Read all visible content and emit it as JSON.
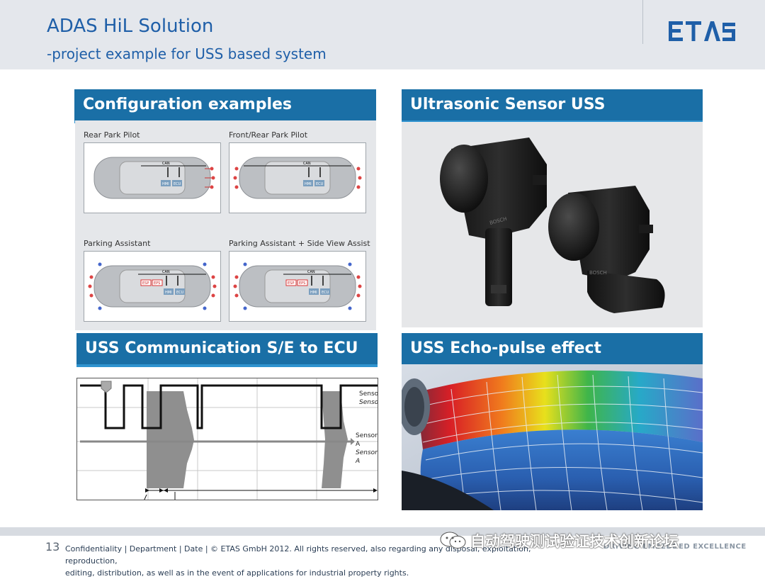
{
  "header": {
    "title": "ADAS HiL Solution",
    "subtitle": "-project example for USS based system",
    "logo_text": "ETAS"
  },
  "panels": {
    "config": {
      "title": "Configuration examples",
      "items": [
        {
          "label": "Rear Park Pilot"
        },
        {
          "label": "Front/Rear Park Pilot"
        },
        {
          "label": "Parking Assistant"
        },
        {
          "label": "Parking Assistant + Side View Assist"
        }
      ],
      "bus_label": "CAN",
      "ecu_labels": [
        "HMI",
        "ECU",
        "ESP",
        "EPS"
      ]
    },
    "sensor": {
      "title": "Ultrasonic Sensor USS",
      "brand": "BOSCH"
    },
    "comm": {
      "title": "USS Communication S/E to ECU",
      "legend_1": "Sensor",
      "legend_1b": "Sensor",
      "legend_2": "Sensor A",
      "legend_2b": "Sensor A"
    },
    "echo": {
      "title": "USS Echo-pulse effect"
    }
  },
  "footer": {
    "page_number": "13",
    "confidentiality": "Confidentiality | Department | Date | © ETAS GmbH 2012. All rights reserved, also regarding any disposal, exploitation, reproduction,",
    "confidentiality_2": "editing, distribution, as well as in the event of applications for industrial property rights.",
    "tagline": "DRIVING EMBEDDED EXCELLENCE",
    "watermark": "自动驾驶测试验证技术创新论坛"
  },
  "colors": {
    "title_blue": "#1f5fa8",
    "panel_header": "#1a6fa6",
    "header_bg": "#e4e7ec"
  }
}
